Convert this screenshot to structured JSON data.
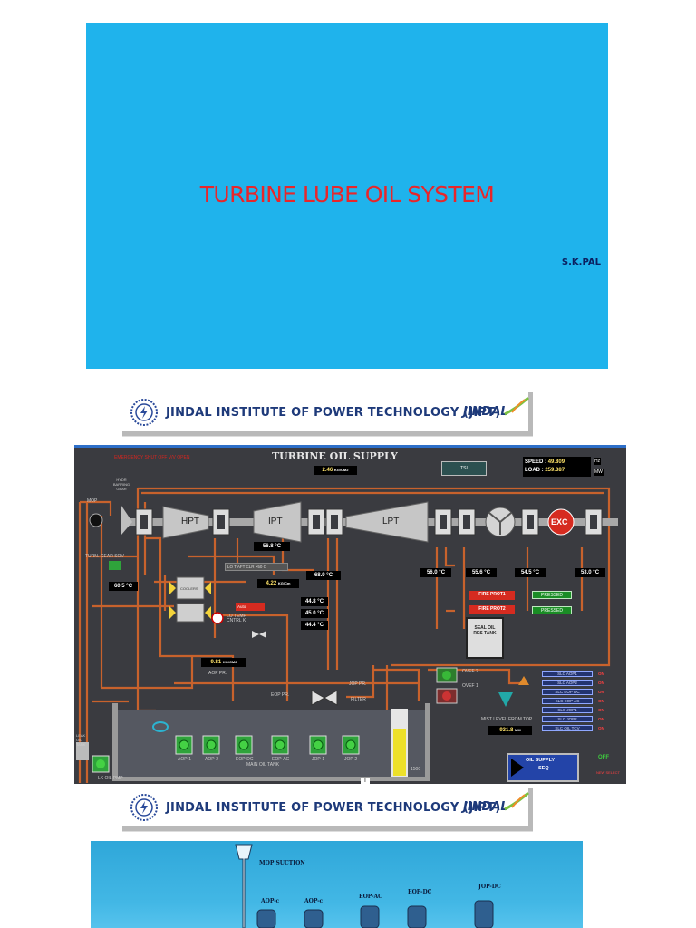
{
  "slide1": {
    "title": "TURBINE LUBE OIL SYSTEM",
    "author": "S.K.PAL"
  },
  "banner": {
    "text": "JINDAL INSTITUTE OF POWER TECHNOLOGY (JIPT)",
    "brand": "JINDAL"
  },
  "scada": {
    "title": "TURBINE OIL SUPPLY",
    "emergency": "EMERGENCY SHUT OFF V/V OPEN",
    "header_value": "2.46",
    "header_unit": "KG/CM2",
    "tsi": "TSI",
    "speed_label": "SPEED :",
    "speed_value": "49.809",
    "speed_unit": "Hz",
    "load_label": "LOAD  :",
    "load_value": "259.387",
    "load_unit": "MW",
    "hpt": "HPT",
    "ipt": "IPT",
    "lpt": "LPT",
    "exc": "EXC",
    "mop": "MOP",
    "hydr_gear": "HYDR BARRING GEAR",
    "turn_gear_sov": "TURN. GEAR SOV",
    "temp_hp": "56.8 °C",
    "lo_after_clr": "LO T AFT CLR >50 C",
    "pressure1": "4.22",
    "pressure1_unit": "KG/Cm",
    "temp_left": "60.5 °C",
    "temp_ip": "68.9 °C",
    "temp_b1": "44.8 °C",
    "temp_b2": "45.0 °C",
    "temp_b3": "44.4 °C",
    "coolers": "COOLERS",
    "auto": "Auto",
    "lo_temp_cntrl": "LO TEMP CNTRL K",
    "bearing_temps": [
      "56.0 °C",
      "55.6 °C",
      "54.5 °C",
      "53.0 °C"
    ],
    "fire_prot1": "FIRE PROT1",
    "fire_prot2": "FIRE PROT2",
    "pressed": "PRESSED",
    "seal_oil": "SEAL OIL RES TANK",
    "aop_pr_value": "9.81",
    "aop_pr_unit": "KG/CM2",
    "aop_pr": "AOP PR.",
    "eop_pr": "EOP PR.",
    "jop_pr": "JOP PR.",
    "filter": "FILTER",
    "ovef2": "OVEF 2",
    "ovef1": "OVEF 1",
    "mist_level": "MIST LEVEL FROM TOP",
    "mist_value": "931.8",
    "mist_unit": "MM",
    "slc": [
      "SLC AOP1",
      "SLC AOP2",
      "SLC EOP DC",
      "SLC EOP AC",
      "SLC JOP1",
      "SLC JOP2",
      "SLC OIL TCV"
    ],
    "slc_state": "ON",
    "pumps": [
      "AOP-1",
      "AOP-2",
      "EOP-DC",
      "EOP-AC",
      "JOP-1",
      "JOP-2"
    ],
    "main_oil_tank": "MAIN OIL TANK",
    "leak_oil_tank": "LEAK OIL TANK",
    "lk_oil_pmp": "LK OIL PMP",
    "tank_level": "1500",
    "oil_supply": "OIL SUPPLY",
    "seq": "SEQ",
    "off": "OFF",
    "on_bottom": "NEW SELECT",
    "t_marker": "T"
  },
  "slide3": {
    "mop_suction": "MOP SUCTION",
    "labels": [
      "AOP-c",
      "AOP-c",
      "EOP-AC",
      "EOP-DC",
      "JOP-DC"
    ]
  },
  "colors": {
    "slide_bg": "#1fb3ec",
    "title_red": "#e8262a",
    "pipe": "#c8622c",
    "scada_bg": "#3a3b40"
  }
}
